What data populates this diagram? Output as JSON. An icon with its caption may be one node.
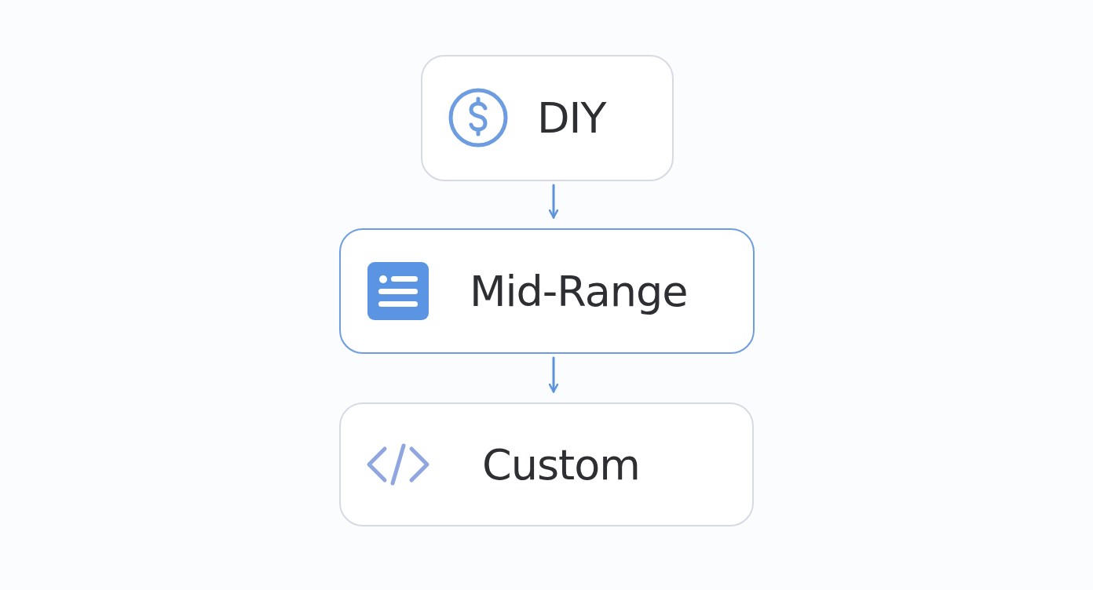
{
  "diagram": {
    "nodes": [
      {
        "text": [
          "DIY"
        ]
      },
      {
        "text": [
          "Mid-Range"
        ]
      },
      {
        "text": [
          "Custom"
        ]
      }
    ],
    "edges": [
      {
        "from": 0,
        "to": 1,
        "arrow": "to"
      },
      {
        "from": 1,
        "to": 2,
        "arrow": "to"
      }
    ]
  }
}
